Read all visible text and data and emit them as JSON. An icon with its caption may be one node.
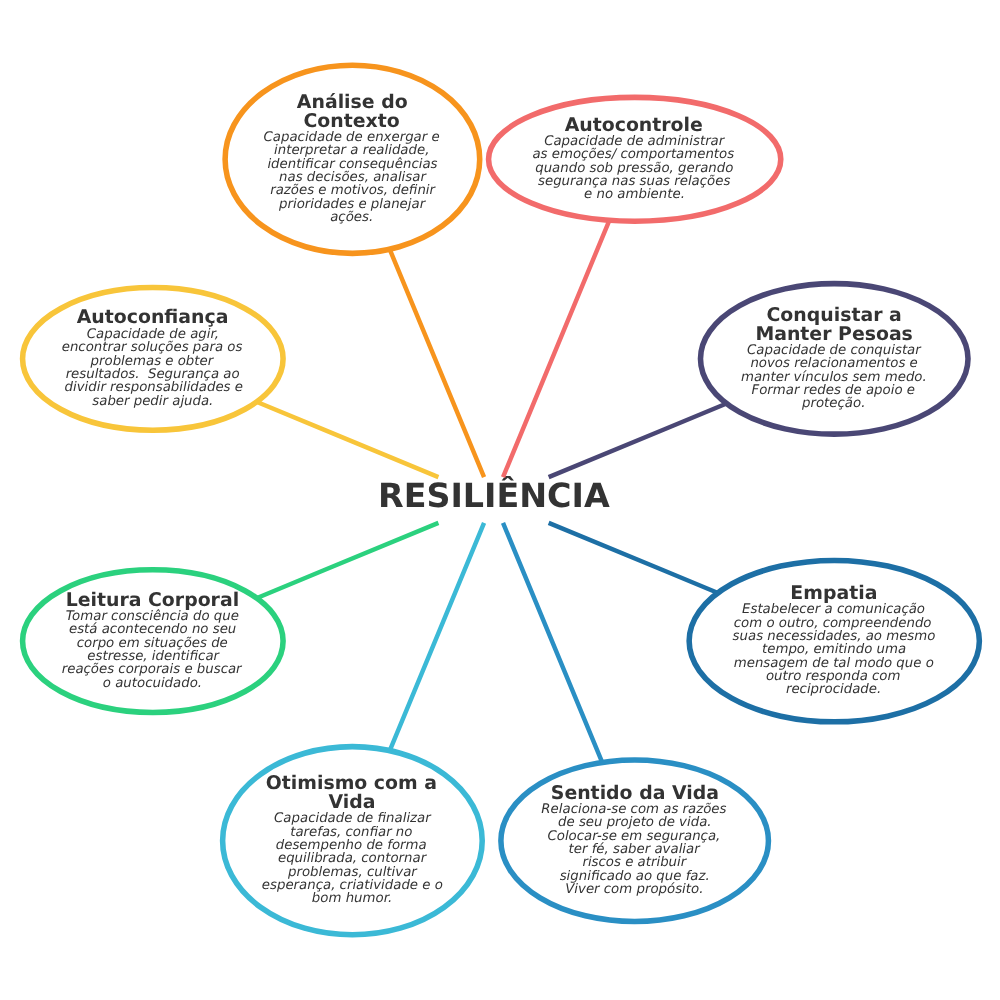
{
  "diagram": {
    "nodes": [
      {
        "text": [
          "RESILIÊNCIA"
        ]
      },
      {
        "text": [
          "Análise do Contexto",
          "Capacidade de enxergar e interpretar a realidade, identificar consequências nas decisões, analisar razões e motivos, definir prioridades e planejar ações."
        ]
      },
      {
        "text": [
          "Autocontrole",
          "Capacidade de administrar as emoções/ comportamentos quando sob pressão, gerando segurança nas suas relações e no ambiente."
        ]
      },
      {
        "text": [
          "Conquistar a Manter Pesoas",
          "Capacidade de conquistar novos relacionamentos e manter vínculos sem medo. Formar redes de apoio e proteção."
        ]
      },
      {
        "text": [
          "Empatia",
          "Estabelecer a comunicação com o outro, compreendendo suas necessidades, ao mesmo tempo, emitindo uma mensagem de tal modo que o outro responda com reciprocidade."
        ]
      },
      {
        "text": [
          "Sentido da Vida",
          "Relaciona-se com as razões de seu projeto de vida. Colocar-se em segurança, ter fé, saber avaliar riscos e atribuir significado ao que faz. Viver com propósito."
        ]
      },
      {
        "text": [
          "Otimismo com a Vida",
          "Capacidade de finalizar tarefas, confiar no desempenho de forma equilibrada, contornar problemas, cultivar esperança, criatividade e o bom humor."
        ]
      },
      {
        "text": [
          "Leitura Corporal",
          "Tomar consciência do que está acontecendo no seu corpo em situações de estresse, identificar reações corporais e buscar o autocuidado."
        ]
      },
      {
        "text": [
          "Autoconfiança",
          "Capacidade de agir, encontrar soluções para os problemas e obter resultados.  Segurança ao dividir responsabilidades e saber pedir ajuda."
        ]
      }
    ],
    "edges": [
      {
        "from": 0,
        "to": 1,
        "arrow": "none",
        "color": "#f7941d"
      },
      {
        "from": 0,
        "to": 2,
        "arrow": "none",
        "color": "#f26b6b"
      },
      {
        "from": 0,
        "to": 3,
        "arrow": "none",
        "color": "#4a4775"
      },
      {
        "from": 0,
        "to": 4,
        "arrow": "none",
        "color": "#1d6fa5"
      },
      {
        "from": 0,
        "to": 5,
        "arrow": "none",
        "color": "#2a8fc4"
      },
      {
        "from": 0,
        "to": 6,
        "arrow": "none",
        "color": "#3bb9d6"
      },
      {
        "from": 0,
        "to": 7,
        "arrow": "none",
        "color": "#2bd17e"
      },
      {
        "from": 0,
        "to": 8,
        "arrow": "none",
        "color": "#f8c53a"
      }
    ]
  }
}
